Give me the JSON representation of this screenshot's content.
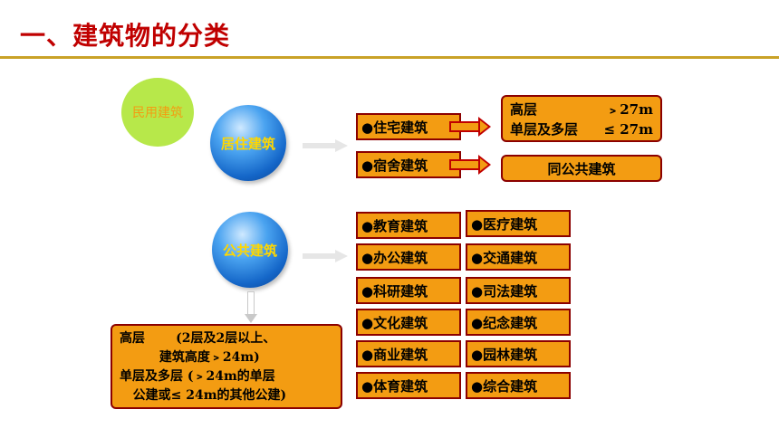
{
  "title": "一、建筑物的分类",
  "civil_building": "民用建筑",
  "residential": {
    "label": "居住建筑",
    "items": [
      "●住宅建筑",
      "●宿舍建筑"
    ],
    "height_rules": {
      "high_rise": {
        "label": "高层",
        "value": "﹥27m"
      },
      "low_multi": {
        "label": "单层及多层",
        "value": "≤ 27m"
      }
    },
    "dormitory_note": "同公共建筑"
  },
  "public": {
    "label": "公共建筑",
    "left_column": [
      "●教育建筑",
      "●办公建筑",
      "●科研建筑",
      "●文化建筑",
      "●商业建筑",
      "●体育建筑"
    ],
    "right_column": [
      "●医疗建筑",
      "●交通建筑",
      "●司法建筑",
      "●纪念建筑",
      "●园林建筑",
      "●综合建筑"
    ],
    "definition_lines": [
      "高层       (2层及2层以上、",
      "         建筑高度﹥24m)",
      "单层及多层 (﹥24m的单层",
      "   公建或≤ 24m的其他公建)"
    ]
  },
  "colors": {
    "accent_orange": "#f39c12",
    "title_red": "#c00000",
    "border_dark_red": "#8b0000",
    "gold_rule": "#c9a227"
  }
}
